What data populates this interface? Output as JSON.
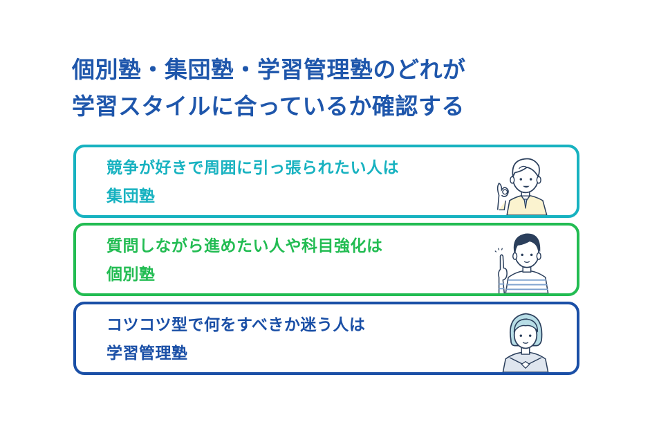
{
  "title": {
    "line1": "個別塾・集団塾・学習管理塾のどれが",
    "line2": "学習スタイルに合っているか確認する",
    "color": "#1e56ab"
  },
  "cards": [
    {
      "line1": "競争が好きで周囲に引っ張られたい人は",
      "line2": "集団塾",
      "accent": "#17b2c0",
      "illustration": "boy-ok-sign-icon"
    },
    {
      "line1": "質問しながら進めたい人や科目強化は",
      "line2": "個別塾",
      "accent": "#22bc52",
      "illustration": "boy-pointing-up-icon"
    },
    {
      "line1": "コツコツ型で何をすべきか迷う人は",
      "line2": "学習管理塾",
      "accent": "#1a4fa6",
      "illustration": "girl-sailor-uniform-icon"
    }
  ]
}
